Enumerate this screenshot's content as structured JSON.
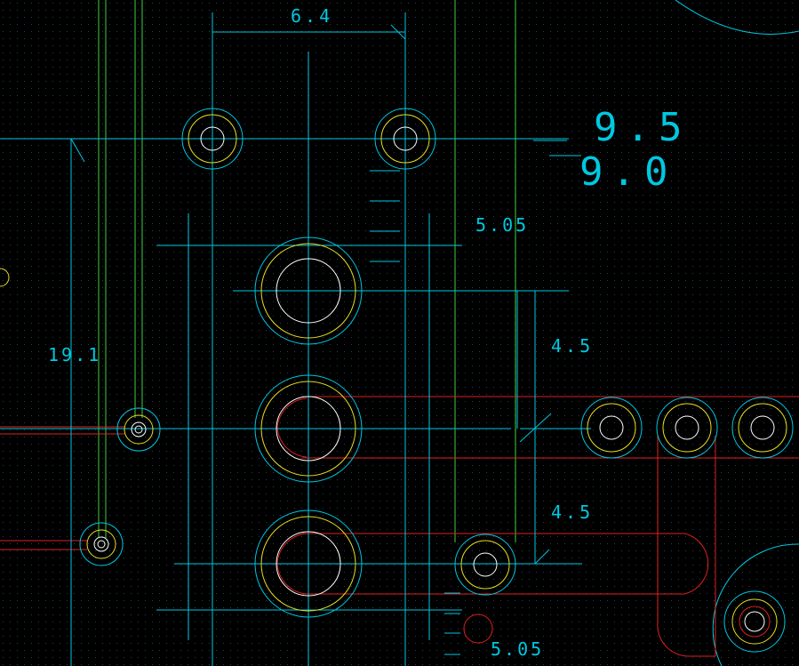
{
  "colors": {
    "background": "#000000",
    "grid_dot": "#1c3a44",
    "cyan": "#00c8e0",
    "yellow": "#e8e020",
    "white": "#ffffff",
    "green": "#40d040",
    "red": "#e02020"
  },
  "dimensions": {
    "top_width": "6.4",
    "big_top": "9.5",
    "big_bottom": "9.0",
    "right_upper": "5.05",
    "left_vertical": "19.1",
    "right_mid_1": "4.5",
    "right_mid_2": "4.5",
    "bottom_right": "5.05"
  }
}
